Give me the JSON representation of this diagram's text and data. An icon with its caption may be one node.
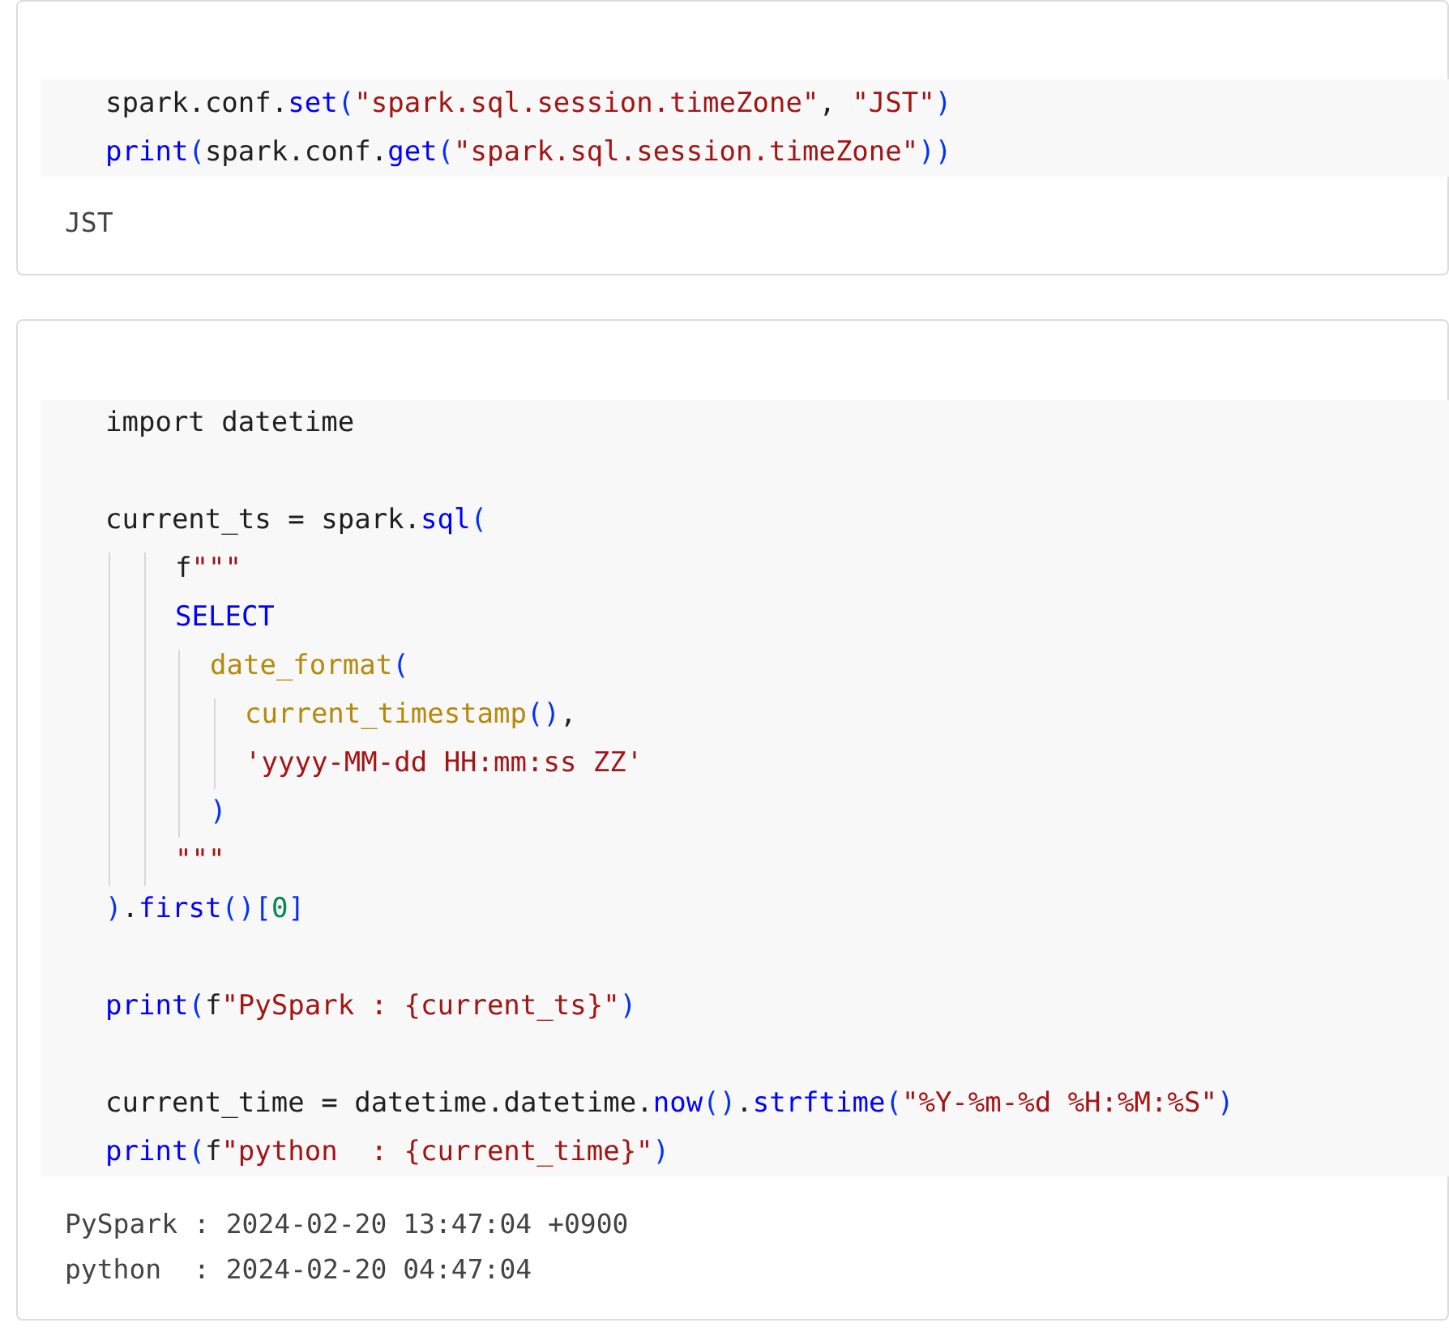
{
  "diagram": {
    "nodes": [
      {
        "text": [],
        "shape": "box"
      },
      {
        "text": [
          "spark.conf.set(\"spark.sql.session.timeZone\", \"JST\")",
          "print(spark.conf.get(\"spark.sql.session.timeZone\"))"
        ],
        "in": 0
      },
      {
        "text": [],
        "shape": "box"
      },
      {
        "text": [
          "import datetime",
          "current_ts = spark.sql(",
          "f\"\"\"",
          "SELECT",
          "date_format(",
          "current_timestamp(),",
          "'yyyy-MM-dd HH:mm:ss ZZ'",
          ")",
          "\"\"\"",
          ").first()[0]",
          "print(f\"PySpark : {current_ts}\")",
          "current_time = datetime.datetime.now().strftime(\"%Y-%m-%d %H:%M:%S\")",
          "print(f\"python  : {current_time}\")"
        ],
        "in": 2
      }
    ],
    "labels": [
      "JST",
      "PySpark : 2024-02-20 13:47:04 +0900",
      "python  : 2024-02-20 04:47:04"
    ]
  }
}
